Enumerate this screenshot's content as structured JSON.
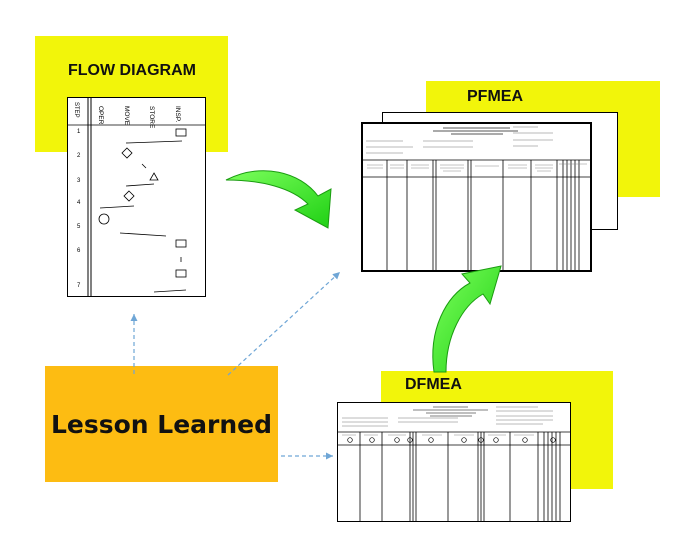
{
  "flow_diagram": {
    "title": "FLOW DIAGRAM",
    "columns": [
      "STEP",
      "OPER",
      "MOVE",
      "STORE",
      "INSP."
    ],
    "steps": [
      "1",
      "2",
      "3",
      "4",
      "5",
      "6",
      "7"
    ]
  },
  "pfmea": {
    "title": "PFMEA"
  },
  "dfmea": {
    "title": "DFMEA"
  },
  "lesson": {
    "label": "Lesson Learned"
  },
  "colors": {
    "highlight_yellow": "#f2f50a",
    "lesson_orange": "#fdbc12",
    "arrow_green": "#2ef01a",
    "dashed_blue": "#6fa6d6"
  }
}
